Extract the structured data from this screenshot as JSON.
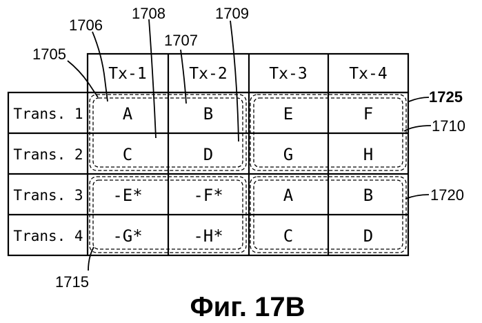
{
  "columns": [
    "Tx-1",
    "Tx-2",
    "Tx-3",
    "Tx-4"
  ],
  "rows": [
    {
      "label": "Trans. 1",
      "cells": [
        "A",
        "B",
        "E",
        "F"
      ]
    },
    {
      "label": "Trans. 2",
      "cells": [
        "C",
        "D",
        "G",
        "H"
      ]
    },
    {
      "label": "Trans. 3",
      "cells": [
        "-E*",
        "-F*",
        "A",
        "B"
      ]
    },
    {
      "label": "Trans. 4",
      "cells": [
        "-G*",
        "-H*",
        "C",
        "D"
      ]
    }
  ],
  "refs": {
    "r1705": "1705",
    "r1706": "1706",
    "r1707": "1707",
    "r1708": "1708",
    "r1709": "1709",
    "r1710": "1710",
    "r1715": "1715",
    "r1720": "1720",
    "r1725": "1725"
  },
  "caption": "Фиг. 17В"
}
